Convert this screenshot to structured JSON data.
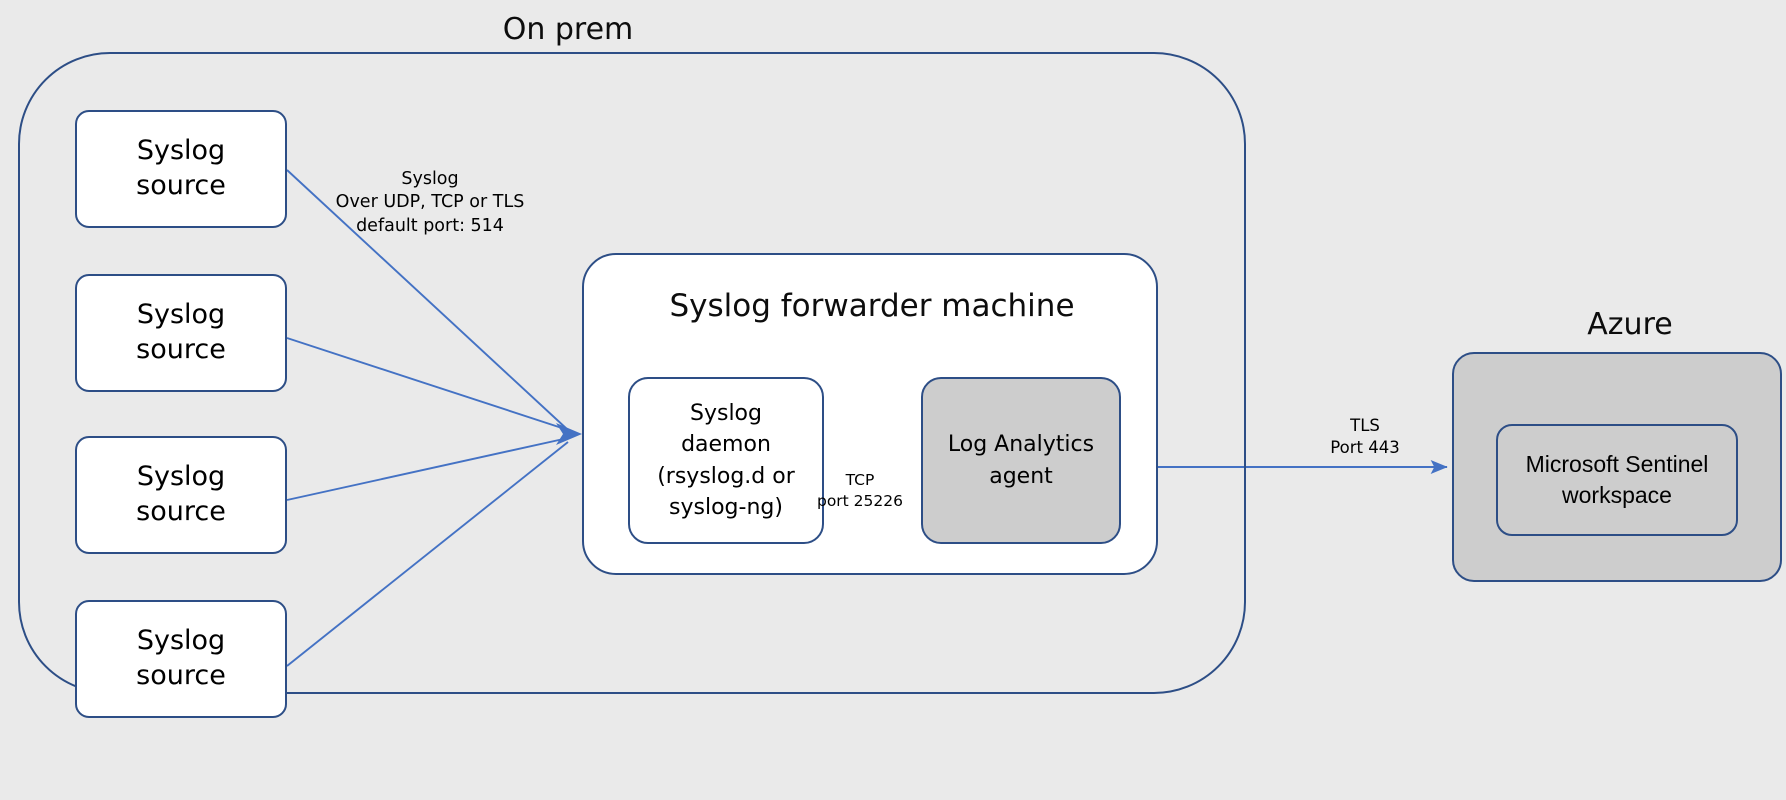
{
  "diagram": {
    "onprem": {
      "title": "On prem",
      "sources": [
        {
          "line1": "Syslog",
          "line2": "source"
        },
        {
          "line1": "Syslog",
          "line2": "source"
        },
        {
          "line1": "Syslog",
          "line2": "source"
        },
        {
          "line1": "Syslog",
          "line2": "source"
        }
      ],
      "forwarder": {
        "title": "Syslog forwarder machine",
        "daemon": {
          "line1": "Syslog",
          "line2": "daemon",
          "line3": "(rsyslog.d or",
          "line4": "syslog-ng)"
        },
        "agent": {
          "line1": "Log Analytics",
          "line2": "agent"
        }
      }
    },
    "azure": {
      "title": "Azure",
      "workspace": {
        "line1": "Microsoft Sentinel",
        "line2": "workspace"
      }
    },
    "edges": {
      "sources_to_forwarder": {
        "line1": "Syslog",
        "line2": "Over UDP, TCP or TLS",
        "line3": "default port: 514"
      },
      "daemon_to_agent": {
        "line1": "TCP",
        "line2": "port 25226"
      },
      "agent_to_azure": {
        "line1": "TLS",
        "line2": "Port 443"
      }
    },
    "colors": {
      "background": "#eaeaea",
      "border": "#2d4e86",
      "connector": "#4472c4",
      "gray_fill": "#cdcdcd",
      "white_fill": "#ffffff"
    }
  }
}
